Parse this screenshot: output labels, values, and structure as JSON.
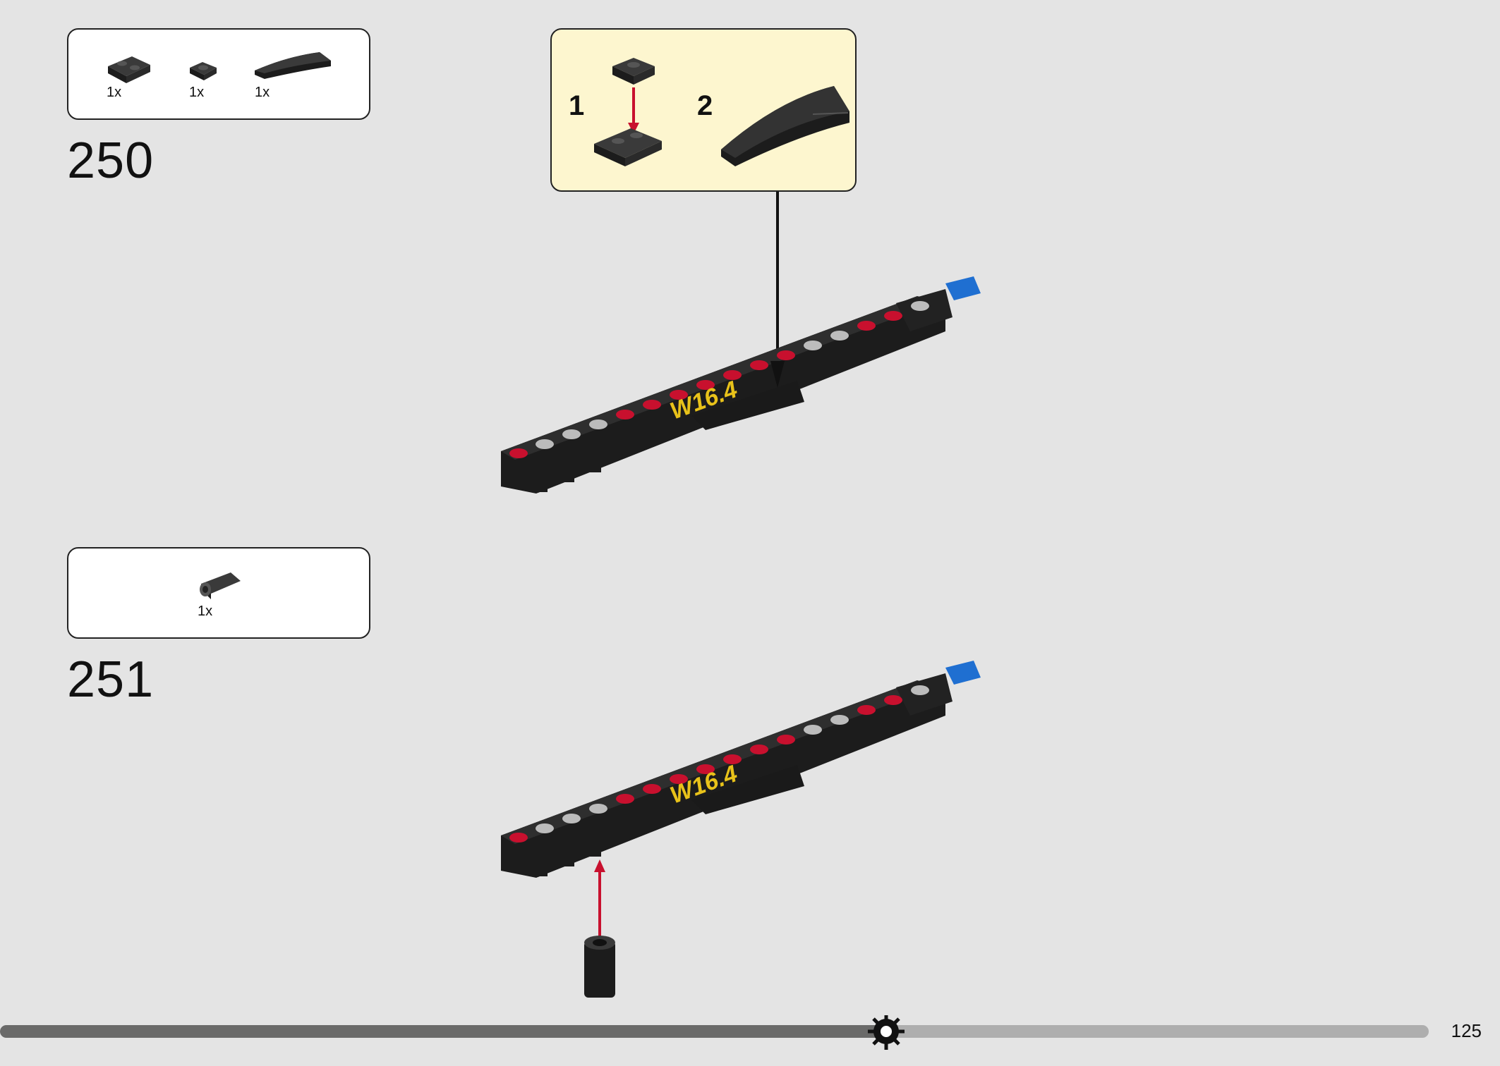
{
  "page": {
    "number": "125"
  },
  "colors": {
    "background": "#e4e4e4",
    "callout_background": "#fdf6cf",
    "brick_black": "#1c1c1c",
    "pin_red": "#c8102e",
    "pin_gray": "#bcbcbc",
    "axle_blue": "#1f6fd1",
    "decal_yellow": "#e8c21a",
    "arrow_red": "#c8102e"
  },
  "steps": [
    {
      "number": "250",
      "parts": [
        {
          "icon": "plate-1x2-icon",
          "qty": "1x"
        },
        {
          "icon": "plate-1x1-icon",
          "qty": "1x"
        },
        {
          "icon": "curved-slope-icon",
          "qty": "1x"
        }
      ],
      "callout": {
        "substeps": [
          {
            "label": "1",
            "icon": "plate-stack-icon"
          },
          {
            "label": "2",
            "icon": "curved-slope-icon"
          }
        ]
      },
      "model": {
        "decal_text": "W16.4",
        "icon": "technic-beam-assembly-icon"
      }
    },
    {
      "number": "251",
      "parts": [
        {
          "icon": "bush-connector-icon",
          "qty": "1x"
        }
      ],
      "model": {
        "decal_text": "W16.4",
        "icon": "technic-beam-assembly-icon"
      }
    }
  ]
}
